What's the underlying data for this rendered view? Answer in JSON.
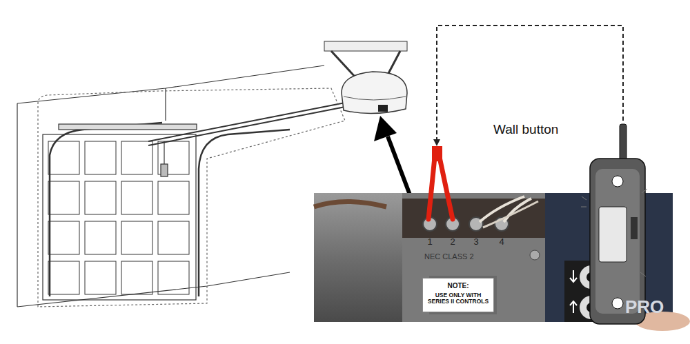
{
  "diagram": {
    "nodes": [
      {
        "text": [
          "Wall button"
        ]
      },
      {
        "text": [
          "1",
          "2",
          "3",
          "4",
          "NEC CLASS 2"
        ]
      },
      {
        "text": [
          "NOTE:",
          "USE ONLY WITH SERIES II CONTROLS"
        ]
      }
    ],
    "edges": [
      {
        "from": 0,
        "to": 1,
        "arrow": "to"
      }
    ],
    "labels": [
      "PRO"
    ]
  }
}
